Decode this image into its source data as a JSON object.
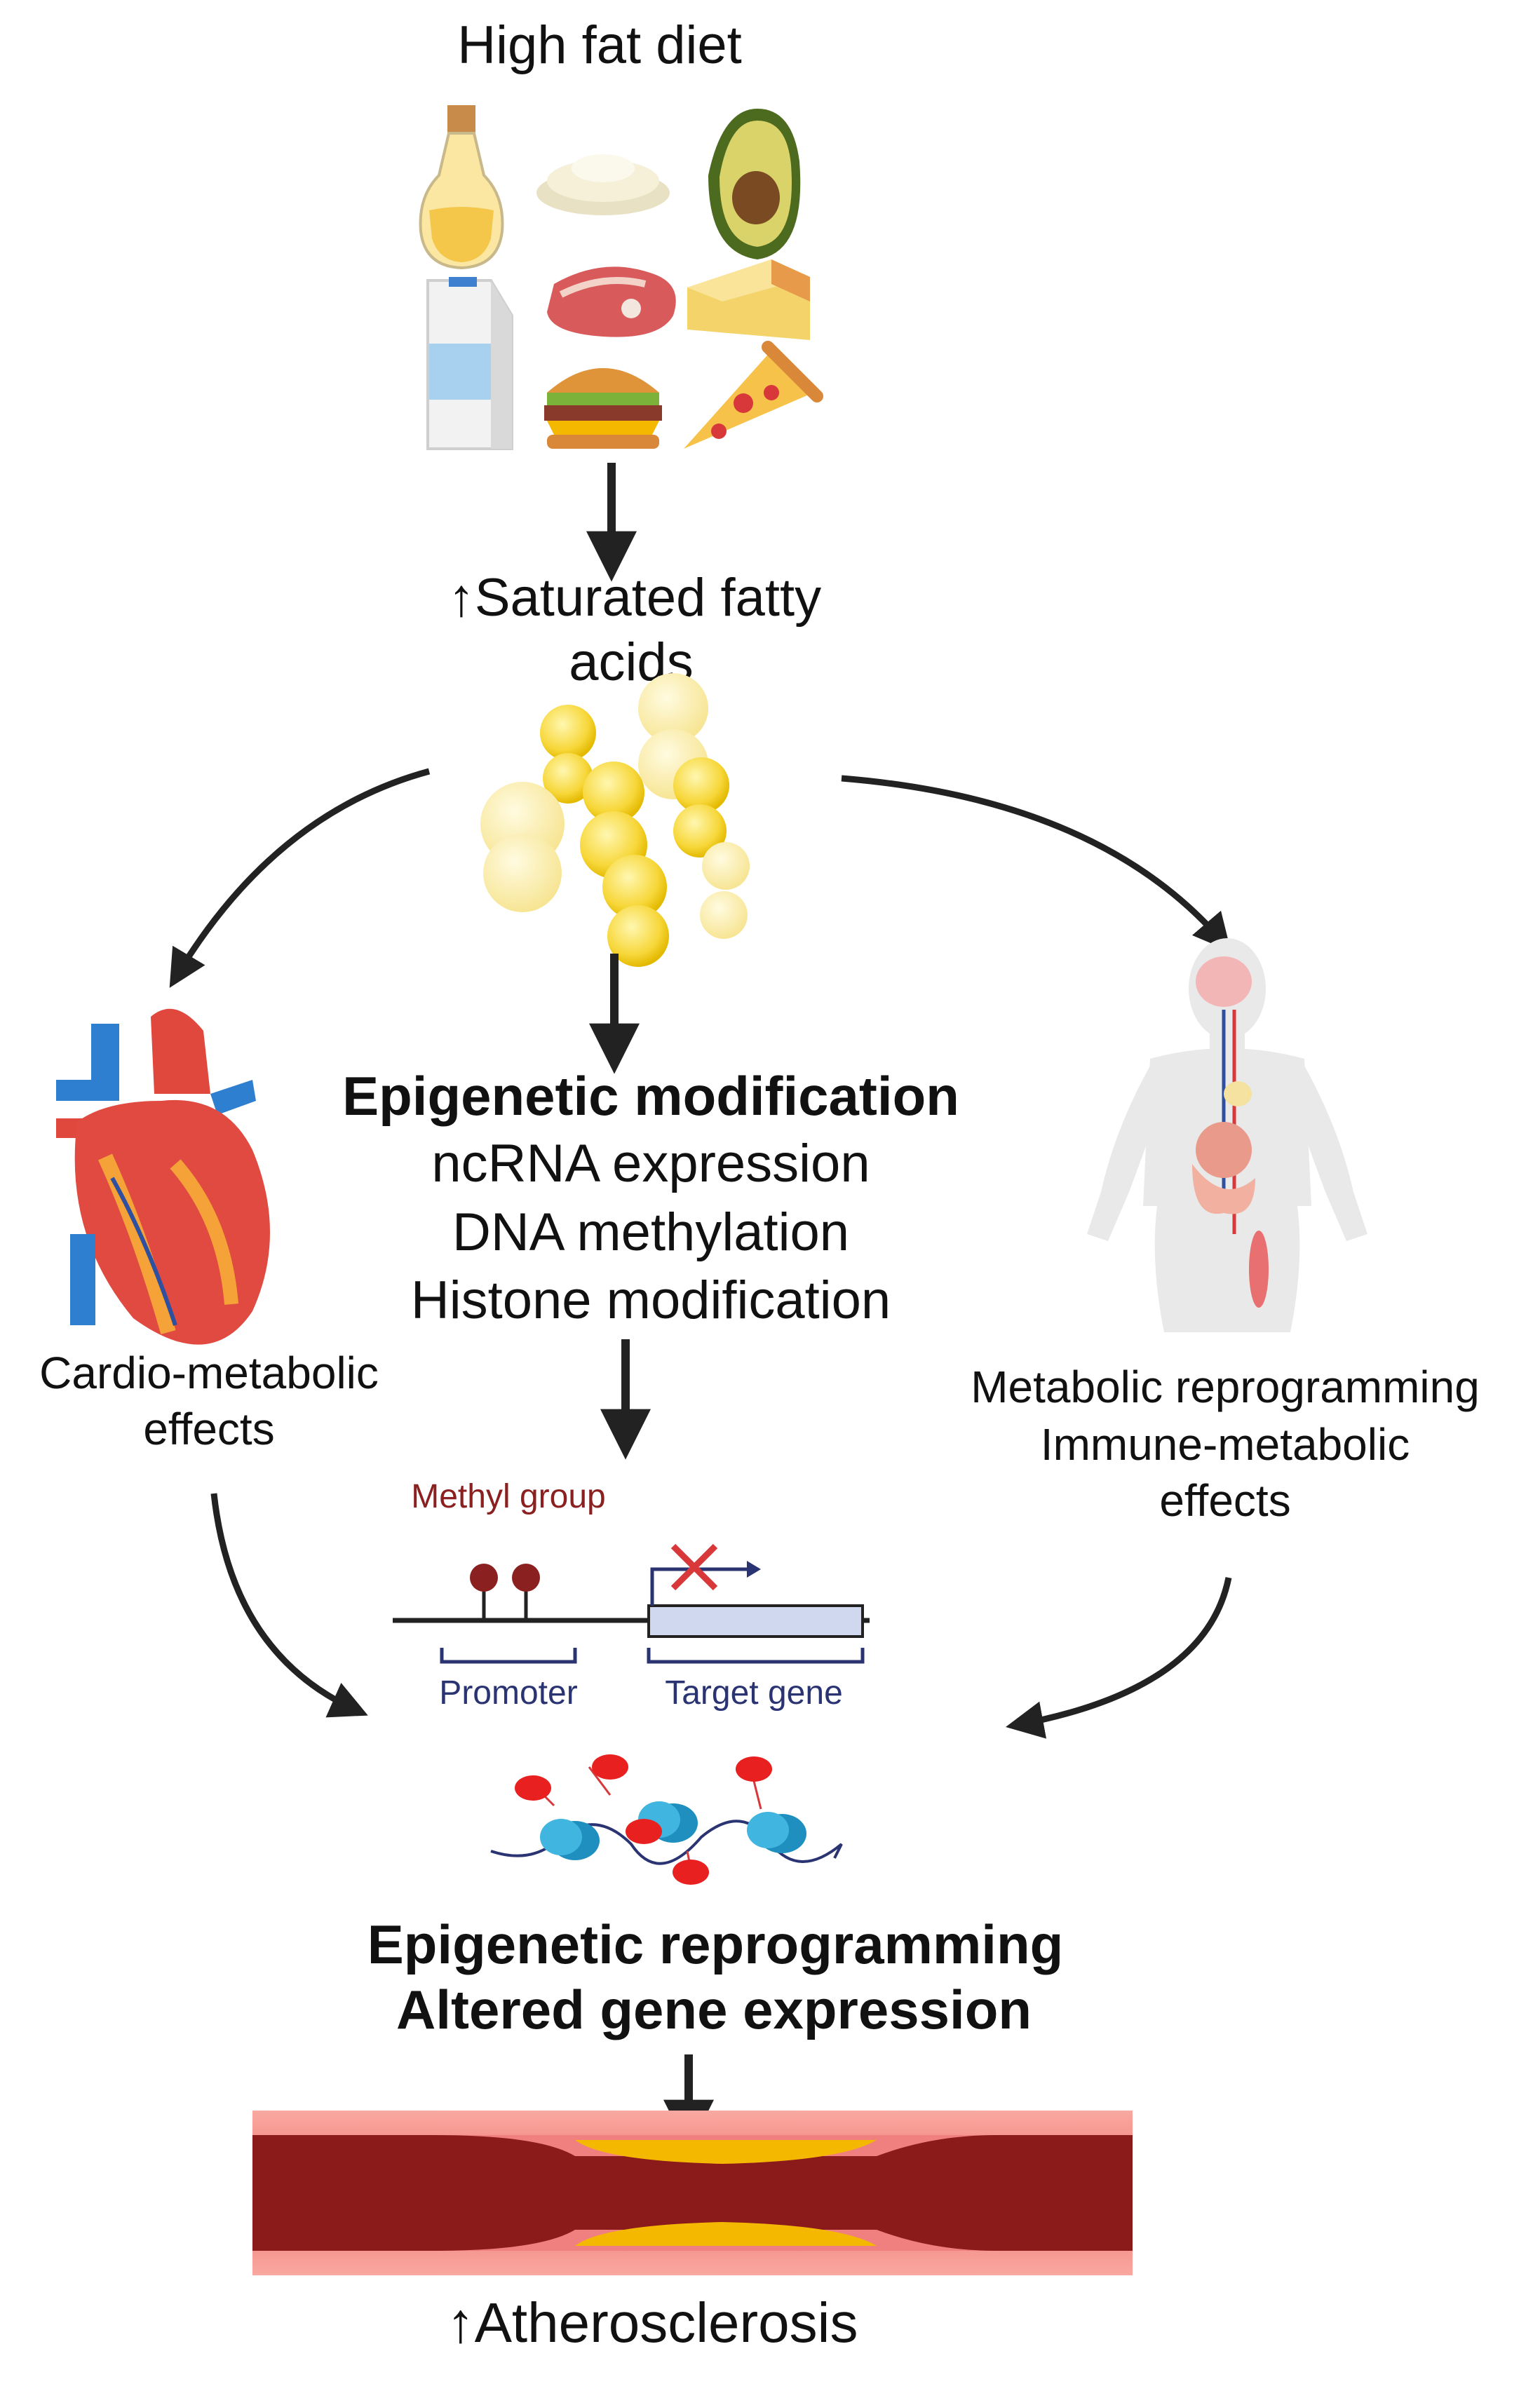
{
  "diet": {
    "title": "High fat diet"
  },
  "fatty_acids": {
    "line1": "↑Saturated fatty",
    "line2": "acids"
  },
  "center": {
    "heading": "Epigenetic modification",
    "items": [
      "ncRNA expression",
      "DNA methylation",
      "Histone modification"
    ]
  },
  "left": {
    "line1": "Cardio-metabolic",
    "line2": "effects"
  },
  "right": {
    "line1": "Metabolic reprogramming",
    "line2": "Immune-metabolic",
    "line3": "effects"
  },
  "methylation": {
    "methyl_label": "Methyl group",
    "promoter_label": "Promoter",
    "target_label": "Target gene"
  },
  "outcome": {
    "line1": "Epigenetic reprogramming",
    "line2": "Altered gene expression"
  },
  "result": {
    "label": "↑Atherosclerosis"
  },
  "colors": {
    "arrow": "#222222",
    "methyl": "#8a2020",
    "gene_box": "#cfd8ee",
    "gene_label": "#2b3473",
    "vessel_wall": "#f08080",
    "vessel_lumen": "#8b1a1a",
    "plaque": "#f5b800",
    "fat_droplet": "#f7d73a"
  }
}
